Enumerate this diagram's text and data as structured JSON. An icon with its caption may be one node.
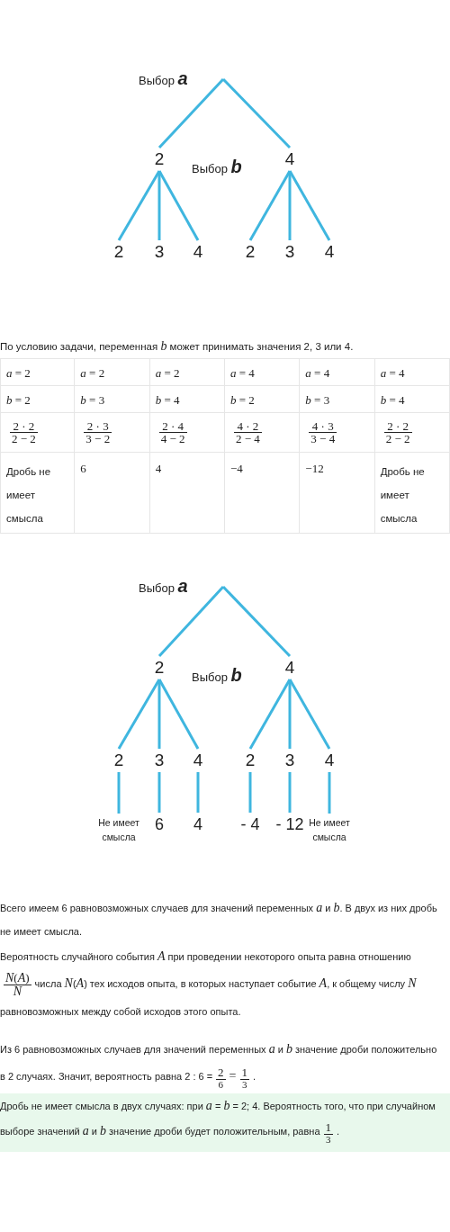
{
  "diagram": {
    "nodes": [
      {
        "text": [
          "2"
        ]
      },
      {
        "text": [
          "4"
        ]
      },
      {
        "text": [
          "2"
        ]
      },
      {
        "text": [
          "3"
        ]
      },
      {
        "text": [
          "4"
        ]
      },
      {
        "text": [
          "2"
        ]
      },
      {
        "text": [
          "3"
        ]
      },
      {
        "text": [
          "4"
        ]
      },
      {
        "text": [
          "2"
        ]
      },
      {
        "text": [
          "4"
        ]
      },
      {
        "text": [
          "2"
        ]
      },
      {
        "text": [
          "3"
        ]
      },
      {
        "text": [
          "4"
        ]
      },
      {
        "text": [
          "2"
        ]
      },
      {
        "text": [
          "3"
        ]
      },
      {
        "text": [
          "4"
        ]
      },
      {
        "text": [
          "Не имеет смысла"
        ]
      },
      {
        "text": [
          "6"
        ]
      },
      {
        "text": [
          "4"
        ]
      },
      {
        "text": [
          "- 4"
        ]
      },
      {
        "text": [
          "- 12"
        ]
      },
      {
        "text": [
          "Не имеет смысла"
        ]
      },
      {
        "text": [
          "Дробь не имеет смысла в двух случаях: при *a* = *b* = 2;  4. Вероятность того, что при случайном выборе значений *a* и *b* значение дроби будет положительным, равна",
          "1",
          "3",
          "."
        ]
      }
    ],
    "edges": [
      {
        "from": null,
        "to": 0,
        "arrow": "none"
      },
      {
        "from": null,
        "to": 1,
        "arrow": "none"
      },
      {
        "from": 0,
        "to": 2,
        "arrow": "none"
      },
      {
        "from": 0,
        "to": 3,
        "arrow": "none"
      },
      {
        "from": 0,
        "to": 4,
        "arrow": "none"
      },
      {
        "from": 1,
        "to": 5,
        "arrow": "none"
      },
      {
        "from": 1,
        "to": 6,
        "arrow": "none"
      },
      {
        "from": 1,
        "to": 7,
        "arrow": "none"
      },
      {
        "from": null,
        "to": 8,
        "arrow": "none"
      },
      {
        "from": null,
        "to": 9,
        "arrow": "none"
      },
      {
        "from": 8,
        "to": 10,
        "arrow": "none"
      },
      {
        "from": 8,
        "to": 11,
        "arrow": "none"
      },
      {
        "from": 8,
        "to": 12,
        "arrow": "none"
      },
      {
        "from": 9,
        "to": 13,
        "arrow": "none"
      },
      {
        "from": 9,
        "to": 14,
        "arrow": "none"
      },
      {
        "from": 9,
        "to": 15,
        "arrow": "none"
      },
      {
        "from": 10,
        "to": 16,
        "arrow": "none"
      },
      {
        "from": 11,
        "to": 17,
        "arrow": "none"
      },
      {
        "from": 12,
        "to": 18,
        "arrow": "none"
      },
      {
        "from": 13,
        "to": 19,
        "arrow": "none"
      },
      {
        "from": 14,
        "to": 20,
        "arrow": "none"
      },
      {
        "from": 15,
        "to": 21,
        "arrow": "none"
      }
    ],
    "labels": [
      "Выбор *a*",
      "Выбор *b*",
      "По условию задачи, переменная *b* может принимать значения 2, 3 или 4.",
      "*a* = 2",
      "*a* = 2",
      "*a* = 2",
      "*a* = 4",
      "*a* = 4",
      "*a* = 4",
      "*b* = 2",
      "*b* = 3",
      "*b* = 4",
      "*b* = 2",
      "*b* = 3",
      "*b* = 4",
      "2 · 2",
      "2 − 2",
      "2 · 3",
      "3 − 2",
      "2 · 4",
      "4 − 2",
      "4 · 2",
      "2 − 4",
      "4 · 3",
      "3 − 4",
      "2 · 2",
      "2 − 2",
      "Дробь не имеет смысла",
      "6",
      "4",
      "−4",
      "−12",
      "Дробь не имеет смысла",
      "Выбор *a*",
      "Выбор *b*",
      "Всего имеем 6 равновозможных случаев для значений переменных *a* и *b*. В двух из них дробь не имеет смысла.",
      "Вероятность случайного события *A* при проведении некоторого опыта равна отношению",
      "*N*(*A*)",
      "*N*",
      "числа *N*(*A*) тех исходов опыта, в которых наступает событие *A*, к общему числу *N* равновозможных между собой исходов этого опыта.",
      "Из 6 равновозможных случаев для значений переменных *a* и *b* значение дроби положительно в 2 случаях. Значит, вероятность равна 2 : 6 =",
      "2",
      "6",
      "=",
      "1",
      "3",
      "."
    ]
  }
}
